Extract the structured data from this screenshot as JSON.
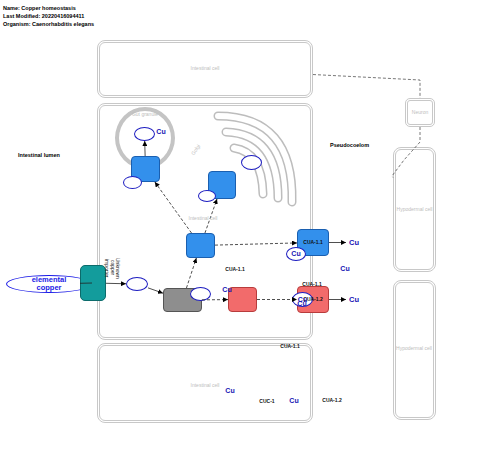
{
  "diagram": {
    "nodes": [
      {
        "text": [
          "Intestinal cell"
        ]
      },
      {
        "text": [
          "Intestinal cell"
        ]
      },
      {
        "text": [
          "Gut granule"
        ],
        "in": 1
      },
      {
        "text": [
          "Cu"
        ],
        "in": 2
      },
      {
        "text": [
          "CUA-1.1"
        ],
        "in": 1
      },
      {
        "text": [
          "Cu"
        ],
        "in": 1
      },
      {
        "text": [
          "Golgi"
        ],
        "in": 1
      },
      {
        "text": [
          "Cu"
        ],
        "in": 1
      },
      {
        "text": [
          "CUA-1.1"
        ],
        "in": 1
      },
      {
        "text": [
          "Cu"
        ],
        "in": 1
      },
      {
        "text": [
          "CUA-1.1"
        ],
        "in": 1
      },
      {
        "text": [
          "elemental copper"
        ]
      },
      {
        "text": [
          "Unknown copper importer"
        ]
      },
      {
        "text": [
          "Cu"
        ],
        "in": 1
      },
      {
        "text": [
          "CUC-1"
        ],
        "in": 1
      },
      {
        "text": [
          "Cu"
        ],
        "in": 1
      },
      {
        "text": [
          "CUA-1.2"
        ],
        "in": 1
      },
      {
        "text": [
          "CUA-1.1"
        ]
      },
      {
        "text": [
          "Cu"
        ]
      },
      {
        "text": [
          "Cu"
        ]
      },
      {
        "text": [
          "CUA-1.2"
        ]
      },
      {
        "text": [
          "Cu"
        ]
      },
      {
        "text": [
          "Cu"
        ]
      },
      {
        "text": [
          "Intestinal cell"
        ]
      },
      {
        "text": [
          "Neuron"
        ]
      },
      {
        "text": [
          "Hypodermal cell"
        ]
      },
      {
        "text": [
          "Hypodermal cell"
        ]
      }
    ],
    "edges": [
      {
        "from": 11,
        "to": 12,
        "arrow": "none"
      },
      {
        "from": 12,
        "to": 13,
        "arrow": "to"
      },
      {
        "from": 13,
        "to": 14,
        "arrow": "to"
      },
      {
        "from": 14,
        "to": 16,
        "arrow": "to"
      },
      {
        "from": 16,
        "to": 20,
        "arrow": "to"
      },
      {
        "from": 20,
        "to": 22,
        "arrow": "to"
      },
      {
        "from": 14,
        "to": 10,
        "arrow": "to"
      },
      {
        "from": 10,
        "to": 17,
        "arrow": "to"
      },
      {
        "from": 17,
        "to": 19,
        "arrow": "to"
      },
      {
        "from": 10,
        "to": 8,
        "arrow": "to"
      },
      {
        "from": 10,
        "to": 4,
        "arrow": "to"
      },
      {
        "from": 4,
        "to": 3,
        "arrow": "to"
      },
      {
        "from": 0,
        "to": 24,
        "arrow": "none"
      },
      {
        "from": 24,
        "to": 25,
        "arrow": "none"
      }
    ],
    "labels": [
      "Name: Copper homeostasis",
      "Last Modified: 20220416094411",
      "Organism: Caenorhabditis elegans",
      "Intestinal lumen",
      "Pseudocoelom"
    ]
  }
}
